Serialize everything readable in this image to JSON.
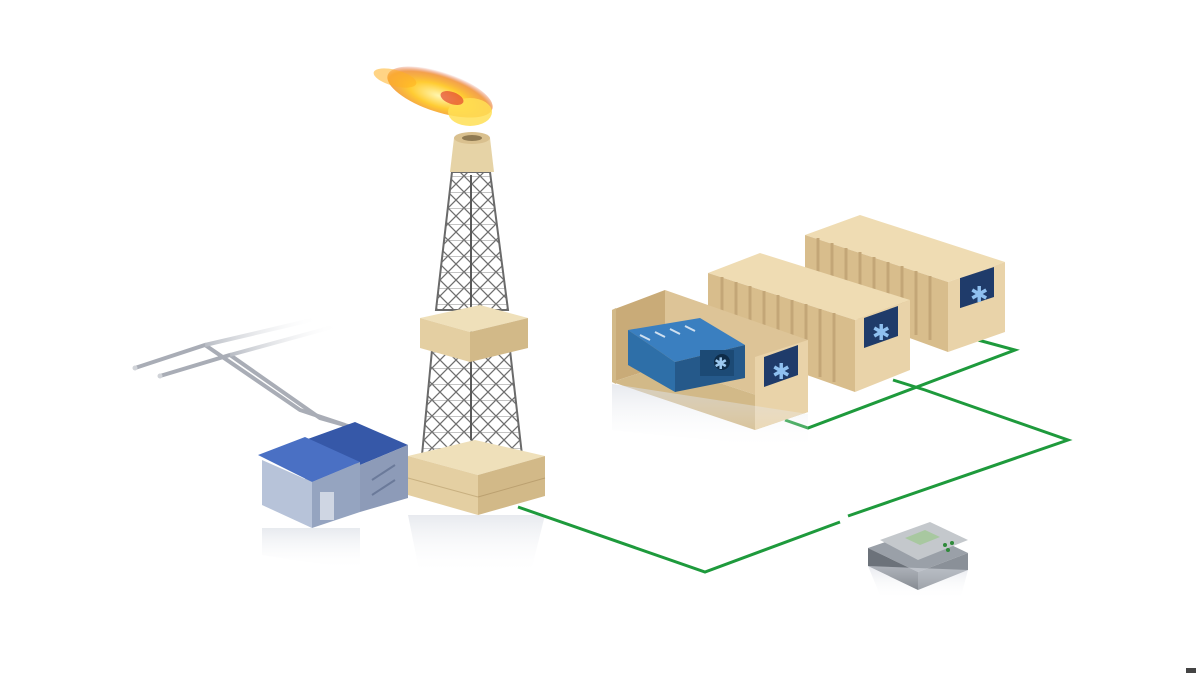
{
  "diagram": {
    "subject": "oil-rig-power-generation-setup",
    "components": [
      {
        "id": "gas-flare"
      },
      {
        "id": "drilling-derrick"
      },
      {
        "id": "gas-pipelines"
      },
      {
        "id": "pump-buildings"
      },
      {
        "id": "genset-container-open"
      },
      {
        "id": "genset-container-2"
      },
      {
        "id": "genset-container-3"
      },
      {
        "id": "controller-unit"
      }
    ],
    "connections": [
      {
        "from": "drilling-derrick",
        "to": "controller-unit"
      },
      {
        "from": "genset-container-open",
        "to": "controller-unit"
      },
      {
        "from": "genset-container-2",
        "to": "controller-unit"
      },
      {
        "from": "genset-container-3",
        "to": "controller-unit"
      }
    ]
  },
  "colors": {
    "network_line": "#1e9a3c",
    "container_face": "#e9d3a9",
    "container_side": "#d8bd8c",
    "container_fin": "#cfb283",
    "building_roof": "#3f64b8",
    "building_wall": "#b7c3d9",
    "engine": "#2e6fa8",
    "derrick_steel": "#7d7d7d",
    "flare": "#f4b400"
  }
}
